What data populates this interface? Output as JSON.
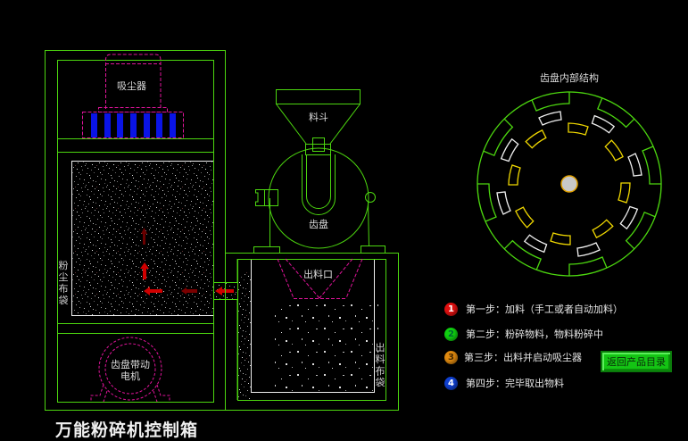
{
  "page": {
    "title": "万能粉碎机控制箱"
  },
  "diagram": {
    "labels": {
      "dust_collector": "吸尘器",
      "dust_bag": "粉尘布袋",
      "motor": "齿盘带动电机",
      "motor_line1": "齿盘带动",
      "motor_line2": "电机",
      "hopper": "料斗",
      "gear_disc": "齿盘",
      "outlet": "出料口",
      "output_bag": "出料布袋",
      "gear_internal_title": "齿盘内部结构"
    },
    "colors": {
      "frame": "#4cd60f",
      "dashed": "#e0149a",
      "fan_blades": "#0a14e6",
      "bag_outline": "#f0f0f0",
      "arrow": "#d00000",
      "outer_teeth": "#4cd60f",
      "middle_teeth": "#f0f0f0",
      "inner_teeth": "#f0d800",
      "hub_fill": "#c8c8c8",
      "hub_stroke": "#e0a000"
    }
  },
  "steps": [
    {
      "num": "1",
      "color": "#e01010",
      "text": "第一步：加料（手工或者自动加料）"
    },
    {
      "num": "2",
      "color": "#10d010",
      "text": "第二步：粉碎物料，物料粉碎中"
    },
    {
      "num": "3",
      "color": "#e08a10",
      "text": "第三步：出料并启动吸尘器"
    },
    {
      "num": "4",
      "color": "#1040d0",
      "text": "第四步：完毕取出物料"
    }
  ],
  "buttons": {
    "back_to_catalog": "返回产品目录"
  }
}
